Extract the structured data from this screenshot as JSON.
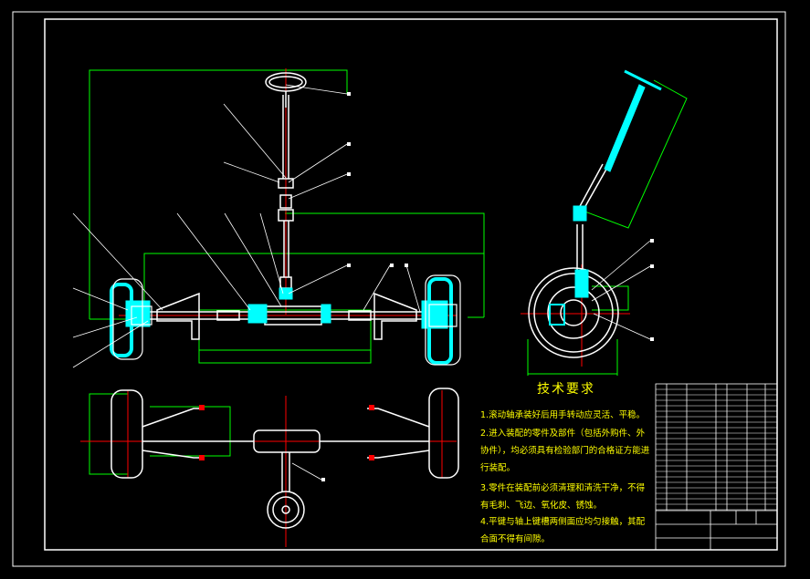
{
  "technical_requirements": {
    "title": "技术要求",
    "items": [
      "1.滚动轴承装好后用手转动应灵活、平稳。",
      "2.进入装配的零件及部件（包括外购件、外协件），均必须具有检验部门的合格证方能进行装配。",
      "3.零件在装配前必须清理和清洗干净，不得有毛刺、飞边、氧化皮、锈蚀。",
      "4.平键与轴上键槽两侧面应均匀接触，其配合面不得有间隙。"
    ]
  },
  "colors": {
    "background": "#000000",
    "border": "#ffffff",
    "parts": "#ffffff",
    "dimensions": "#00ff00",
    "highlight": "#00ffff",
    "center_lines": "#ff0000",
    "notes": "#ffff00"
  }
}
